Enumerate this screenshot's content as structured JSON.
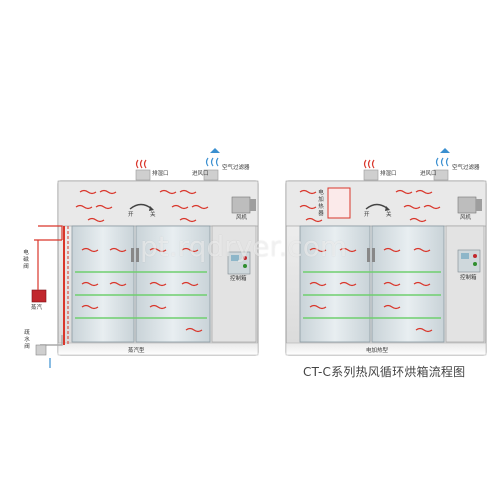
{
  "caption": "CT-C系列热风循环烘箱流程图",
  "watermark": "pt.rqdryer.com",
  "left_unit": {
    "exhaust_port": "排湿口",
    "air_inlet": "进风口",
    "air_filter": "空气过滤器",
    "fan_label": "开",
    "fan_label2": "关",
    "blower": "风机",
    "control_box": "控制箱",
    "heater": "蒸汽型",
    "valve": "电磁阀",
    "steam": "蒸汽",
    "drain": "疏水阀"
  },
  "right_unit": {
    "exhaust_port": "排湿口",
    "air_inlet": "进风口",
    "air_filter": "空气过滤器",
    "heating_stack": "电加热器",
    "fan_label": "开",
    "fan_label2": "关",
    "blower": "风机",
    "control_box": "控制箱",
    "heater": "电加热型"
  },
  "colors": {
    "hot": "#d9362b",
    "cool": "#3a8fd0",
    "body": "#e6e6e6",
    "door": "#d3dde2",
    "shelf": "#6fcf6f"
  }
}
